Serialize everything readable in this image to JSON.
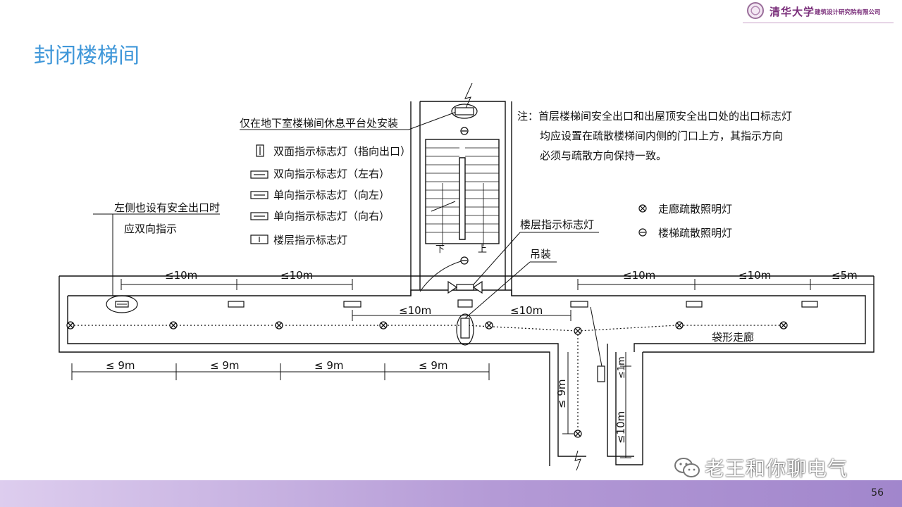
{
  "header": {
    "university": "清华大学",
    "institute": "建筑设计研究院有限公司"
  },
  "page_title": "封闭楼梯间",
  "diagram": {
    "note_basement": "仅在地下室楼梯间休息平台处安装",
    "note_main_line1": "注：首层楼梯间安全出口和出屋顶安全出口处的出口标志灯",
    "note_main_line2": "均应设置在疏散楼梯间内侧的门口上方，其指示方向",
    "note_main_line3": "必须与疏散方向保持一致。",
    "legend": [
      "双面指示标志灯（指向出口）",
      "双向指示标志灯（左右）",
      "单向指示标志灯（向左）",
      "单向指示标志灯（向右）",
      "楼层指示标志灯"
    ],
    "legend_right": [
      "走廊疏散照明灯",
      "楼梯疏散照明灯"
    ],
    "left_note_line1": "左侧也设有安全出口时",
    "left_note_line2": "应双向指示",
    "floor_indicator_label": "楼层指示标志灯",
    "hanging_label": "吊装",
    "stair_down": "下",
    "stair_up": "上",
    "corridor_label": "袋形走廊",
    "dim_top": [
      "≤10m",
      "≤10m",
      "≤10m",
      "≤10m",
      "≤5m"
    ],
    "dim_mid": [
      "≤10m",
      "≤10m"
    ],
    "dim_bottom": [
      "≤ 9m",
      "≤ 9m",
      "≤ 9m",
      "≤ 9m"
    ],
    "dim_vertical": [
      "≤ 9m",
      "≤1m",
      "≤10m"
    ]
  },
  "watermark": "老王和你聊电气",
  "page_number": "56"
}
